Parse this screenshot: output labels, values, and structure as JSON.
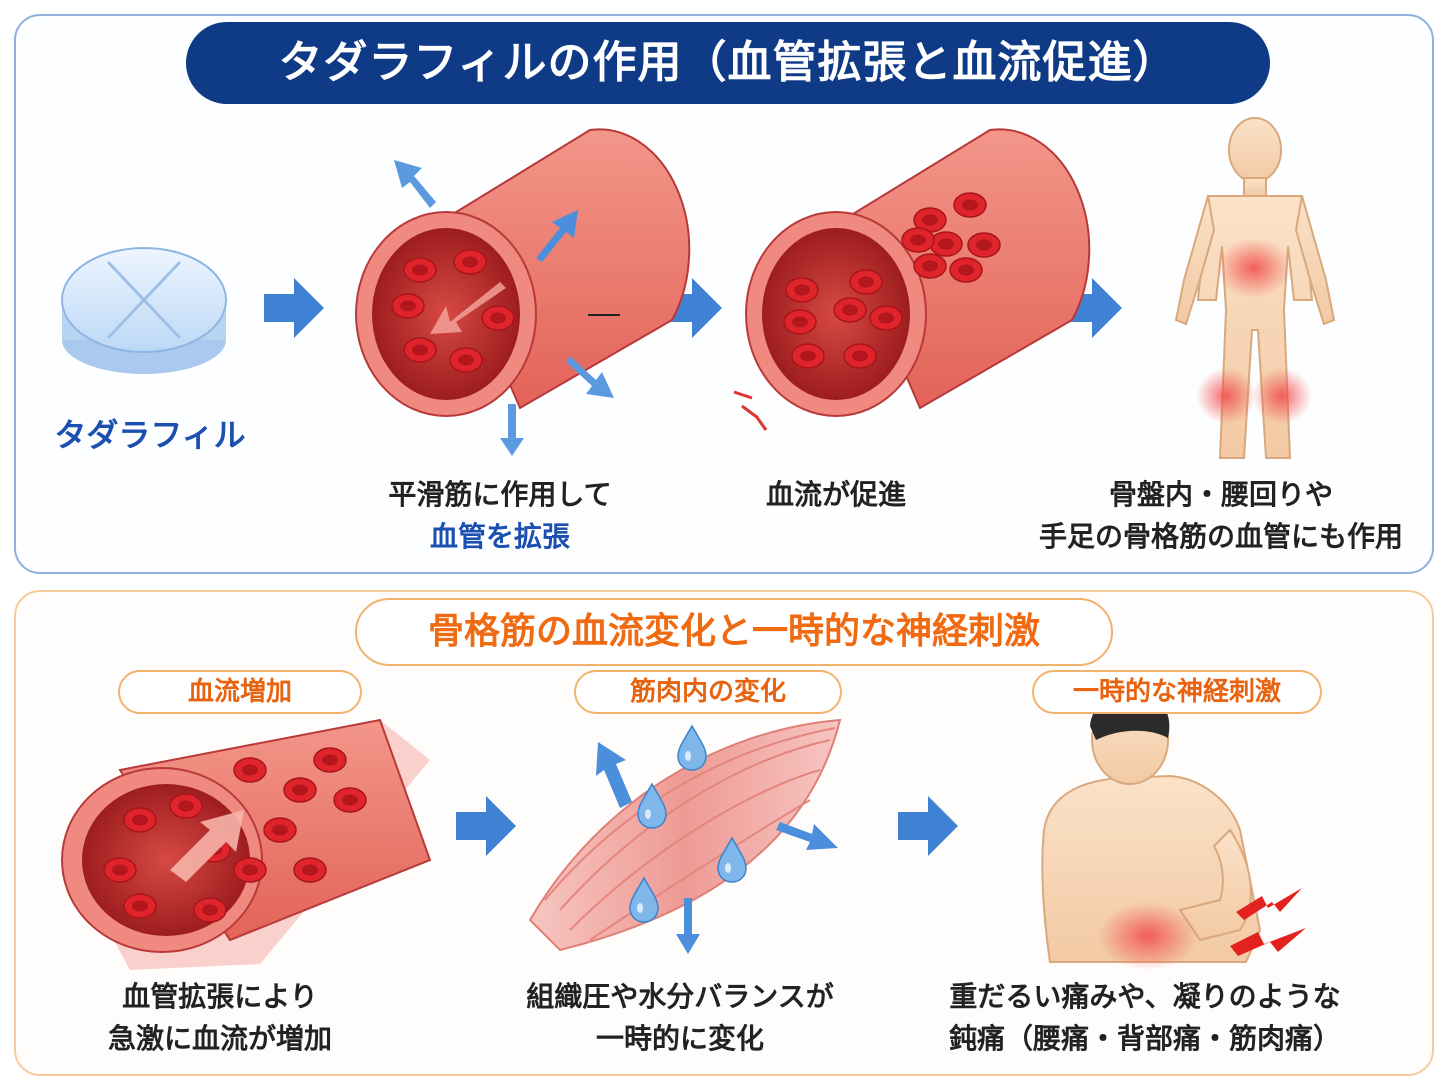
{
  "header": {
    "title": "タダラフィルの作用（血管拡張と血流促進）"
  },
  "steps_top": {
    "tablet_label": "タダラフィル",
    "step1_line1": "平滑筋に作用して",
    "step1_line2": "血管を拡張",
    "step2_line1": "血流が促進",
    "step3_line1": "骨盤内・腰回りや",
    "step3_line2": "手足の骨格筋の血管にも作用"
  },
  "section2": {
    "title": "骨格筋の血流変化と一時的な神経刺激",
    "tags": [
      "血流増加",
      "筋肉内の変化",
      "一時的な神経刺激"
    ],
    "cap1_line1": "血管拡張により",
    "cap1_line2": "急激に血流が増加",
    "cap2_line1": "組織圧や水分バランスが",
    "cap2_line2": "一時的に変化",
    "cap3_line1": "重だるい痛みや、凝りのような",
    "cap3_line2": "鈍痛（腰痛・背部痛・筋肉痛）"
  },
  "colors": {
    "navy": "#0e3a86",
    "orange": "#f06a12",
    "vessel": "#e86a60",
    "blood_cell": "#d81f26",
    "arrow_blue": "#3f82d3"
  },
  "icons": [
    "tablet-icon",
    "vessel-icon",
    "arrow-right-icon",
    "human-body-icon",
    "muscle-icon",
    "water-drop-icon",
    "back-pain-icon",
    "pain-spark-icon"
  ]
}
